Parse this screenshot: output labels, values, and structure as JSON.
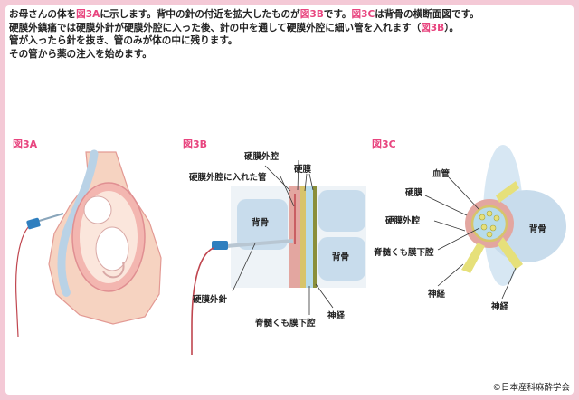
{
  "intro": {
    "line1": {
      "a": "お母さんの体を",
      "b": "図3A",
      "c": "に示します。背中の針の付近を拡大したものが",
      "d": "図3B",
      "e": "です。",
      "f": "図3C",
      "g": "は背骨の横断面図です。"
    },
    "line2": {
      "a": "硬膜外鎮痛では硬膜外針が硬膜外腔に入った後、針の中を通して硬膜外腔に細い管を入れます（",
      "b": "図3B",
      "c": "）。"
    },
    "line3": "管が入ったら針を抜き、管のみが体の中に残ります。",
    "line4": "その管から薬の注入を始めます。"
  },
  "figA": {
    "label": "図3A"
  },
  "figB": {
    "label": "図3B",
    "epidural_space_top": "硬膜外腔",
    "dura_top": "硬膜",
    "catheter_in_space": "硬膜外腔に入れた管",
    "spine": "背骨",
    "spine2": "背骨",
    "needle": "硬膜外針",
    "subarachnoid": "脊髄くも膜下腔",
    "nerve": "神経"
  },
  "figC": {
    "label": "図3C",
    "vessel": "血管",
    "dura": "硬膜",
    "epidural_space": "硬膜外腔",
    "subarachnoid": "脊髄くも膜下腔",
    "spine": "背骨",
    "nerve_left": "神経",
    "nerve_right": "神経"
  },
  "copyright": "©日本産科麻酔学会",
  "colors": {
    "accent": "#e8457f",
    "bone": "#c8dcec",
    "skin": "#f6d3c1",
    "background": "#f4c9d6"
  }
}
